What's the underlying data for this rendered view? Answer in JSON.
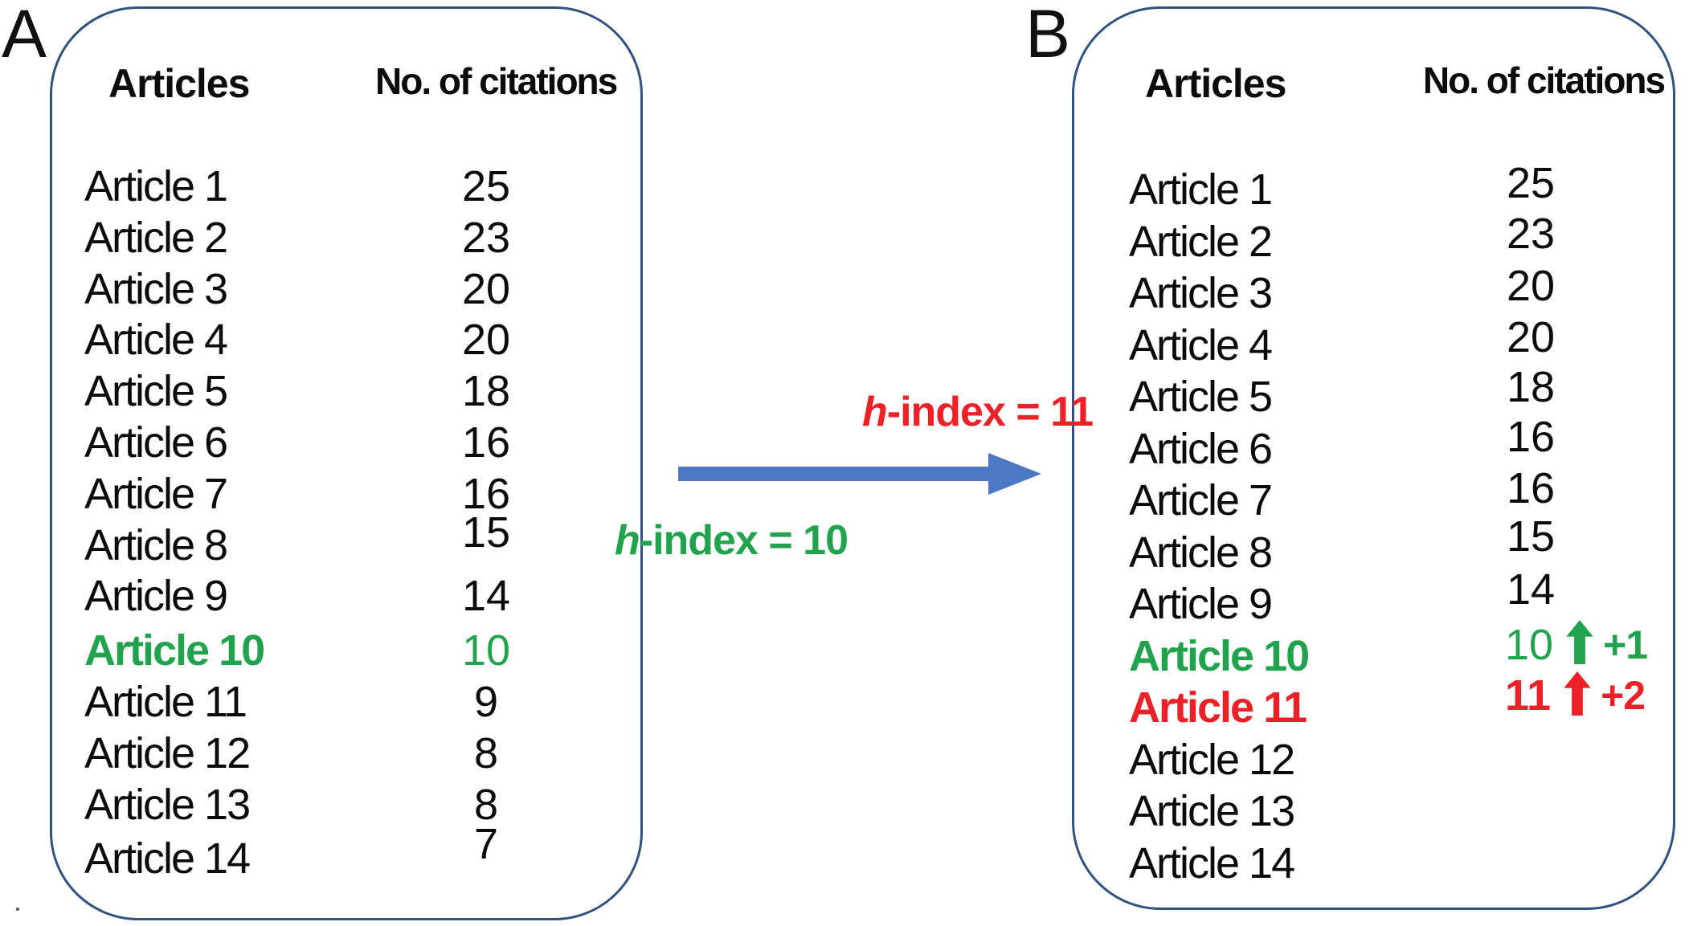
{
  "colors": {
    "panel_border": "#31527e",
    "arrow_blue": "#4b77c3",
    "green": "#21a34d",
    "red": "#ec2027",
    "text": "#0b0b0b"
  },
  "panels": [
    {
      "label": "A",
      "articles_header": "Articles",
      "citations_header": "No. of citations",
      "rows": [
        {
          "article": "Article 1",
          "citations": "25",
          "color": "black"
        },
        {
          "article": "Article 2",
          "citations": "23",
          "color": "black"
        },
        {
          "article": "Article 3",
          "citations": "20",
          "color": "black"
        },
        {
          "article": "Article 4",
          "citations": "20",
          "color": "black"
        },
        {
          "article": "Article 5",
          "citations": "18",
          "color": "black"
        },
        {
          "article": "Article 6",
          "citations": "16",
          "color": "black"
        },
        {
          "article": "Article 7",
          "citations": "16",
          "color": "black"
        },
        {
          "article": "Article 8",
          "citations": "15",
          "color": "black"
        },
        {
          "article": "Article 9",
          "citations": "14",
          "color": "black"
        },
        {
          "article": "Article 10",
          "citations": "10",
          "color": "green"
        },
        {
          "article": "Article 11",
          "citations": "9",
          "color": "black"
        },
        {
          "article": "Article 12",
          "citations": "8",
          "color": "black"
        },
        {
          "article": "Article 13",
          "citations": "8",
          "color": "black"
        },
        {
          "article": "Article 14",
          "citations": "7",
          "color": "black"
        }
      ]
    },
    {
      "label": "B",
      "articles_header": "Articles",
      "citations_header": "No. of citations",
      "rows": [
        {
          "article": "Article 1",
          "citations": "25",
          "color": "black"
        },
        {
          "article": "Article 2",
          "citations": "23",
          "color": "black"
        },
        {
          "article": "Article 3",
          "citations": "20",
          "color": "black"
        },
        {
          "article": "Article 4",
          "citations": "20",
          "color": "black"
        },
        {
          "article": "Article 5",
          "citations": "18",
          "color": "black"
        },
        {
          "article": "Article 6",
          "citations": "16",
          "color": "black"
        },
        {
          "article": "Article 7",
          "citations": "16",
          "color": "black"
        },
        {
          "article": "Article 8",
          "citations": "15",
          "color": "black"
        },
        {
          "article": "Article 9",
          "citations": "14",
          "color": "black"
        },
        {
          "article": "Article 10",
          "citations": "10",
          "color": "green",
          "delta": "+1"
        },
        {
          "article": "Article 11",
          "citations": "11",
          "color": "red",
          "delta": "+2"
        },
        {
          "article": "Article 12",
          "citations": "",
          "color": "black"
        },
        {
          "article": "Article 13",
          "citations": "",
          "color": "black"
        },
        {
          "article": "Article 14",
          "citations": "",
          "color": "black"
        }
      ]
    }
  ],
  "transition": {
    "h_index_before": {
      "italic": "h",
      "rest": "-index = 10"
    },
    "h_index_after": {
      "italic": "h",
      "rest": "-index = 11"
    }
  }
}
